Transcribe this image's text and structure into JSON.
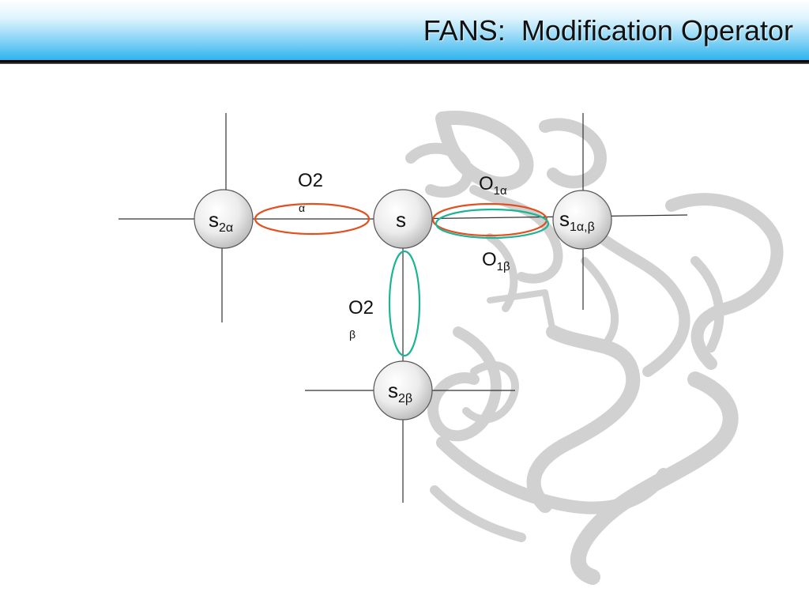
{
  "title": "FANS:  Modification Operator",
  "nodes": {
    "s": {
      "base": "s",
      "sub": ""
    },
    "s2a": {
      "base": "s",
      "sub": "2α"
    },
    "s1ab": {
      "base": "s",
      "sub": "1α,β"
    },
    "s2b": {
      "base": "s",
      "sub": "2β"
    }
  },
  "operators": {
    "o2a": {
      "base": "O",
      "top": "2",
      "below": "α"
    },
    "o1a": {
      "base": "O",
      "sub": "1α"
    },
    "o1b": {
      "base": "O",
      "sub": "1β"
    },
    "o2b": {
      "base": "O",
      "top": "2",
      "below": "β"
    }
  },
  "colors": {
    "orange": "#e2501f",
    "teal": "#1bb494",
    "header_accent": "#2fb4ec"
  }
}
